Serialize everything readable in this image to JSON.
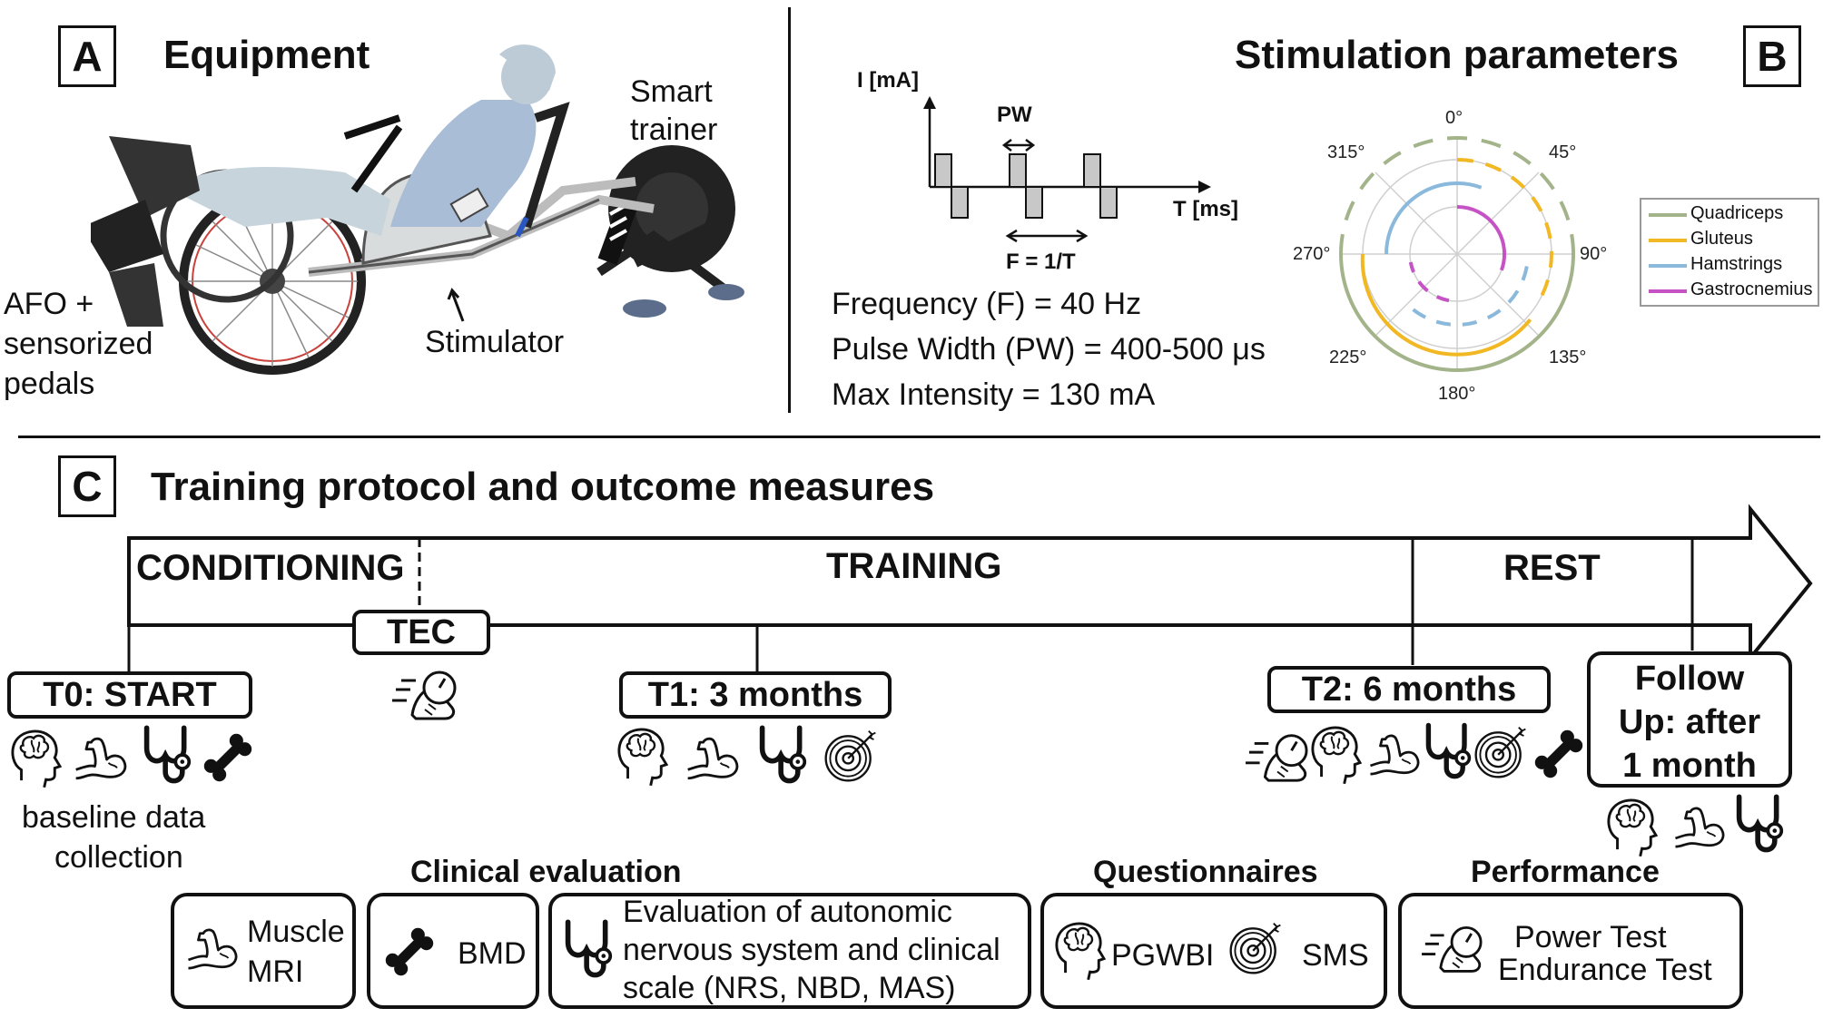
{
  "panel_a": {
    "letter": "A",
    "title": "Equipment",
    "labels": {
      "smart_trainer_1": "Smart",
      "smart_trainer_2": "trainer",
      "afo_1": "AFO +",
      "afo_2": "sensorized",
      "afo_3": "pedals",
      "stimulator": "Stimulator"
    }
  },
  "panel_b": {
    "letter": "B",
    "title": "Stimulation parameters",
    "waveform": {
      "y_axis": "I [mA]",
      "x_axis": "T [ms]",
      "pw_label": "PW",
      "f_label": "F = 1/T"
    },
    "params": {
      "frequency": "Frequency (F) = 40 Hz",
      "pulse_width": "Pulse Width (PW) = 400-500 μs",
      "max_intensity": "Max Intensity = 130 mA"
    },
    "polar": {
      "angles": [
        "0°",
        "45°",
        "90°",
        "135°",
        "180°",
        "225°",
        "270°",
        "315°"
      ],
      "legend": [
        {
          "name": "Quadriceps",
          "color": "#a3b38a"
        },
        {
          "name": "Gluteus",
          "color": "#f2b824"
        },
        {
          "name": "Hamstrings",
          "color": "#8ab9dc"
        },
        {
          "name": "Gastrocnemius",
          "color": "#c653c6"
        }
      ]
    }
  },
  "panel_c": {
    "letter": "C",
    "title": "Training protocol and outcome measures",
    "phases": {
      "conditioning": "CONDITIONING",
      "training": "TRAINING",
      "rest": "REST"
    },
    "timepoints": {
      "t0": "T0: START",
      "tec": "TEC",
      "t1": "T1: 3 months",
      "t2": "T2: 6 months",
      "followup_1": "Follow",
      "followup_2": "Up: after",
      "followup_3": "1 month"
    },
    "baseline_1": "baseline data",
    "baseline_2": "collection",
    "sections": {
      "clinical": "Clinical evaluation",
      "questionnaires": "Questionnaires",
      "performance": "Performance"
    },
    "measures": {
      "muscle_1": "Muscle",
      "muscle_2": "MRI",
      "bmd": "BMD",
      "autonomic_1": "Evaluation of autonomic",
      "autonomic_2": "nervous system and clinical",
      "autonomic_3": "scale (NRS, NBD, MAS)",
      "pgwbi": "PGWBI",
      "sms": "SMS",
      "power": "Power Test",
      "endurance": "Endurance Test"
    }
  }
}
